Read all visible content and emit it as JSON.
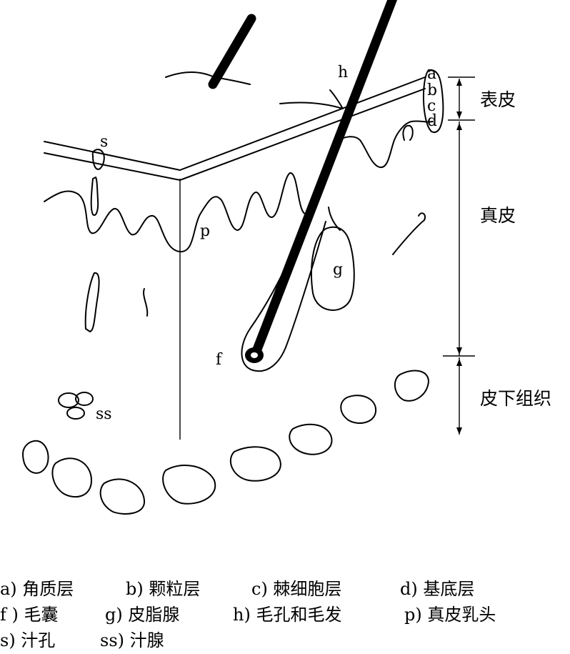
{
  "labels": {
    "a": "a",
    "b": "b",
    "c": "c",
    "d": "d",
    "f": "f",
    "g": "g",
    "h": "h",
    "p": "p",
    "s": "s",
    "ss": "ss"
  },
  "layers": {
    "epidermis": "表皮",
    "dermis": "真皮",
    "subcutaneous": "皮下组织"
  },
  "legend": [
    [
      "a) 角质层",
      "b) 颗粒层",
      "c) 棘细胞层",
      "d) 基底层"
    ],
    [
      "f ) 毛囊",
      "g) 皮脂腺",
      "h) 毛孔和毛发",
      "p) 真皮乳头"
    ],
    [
      "s) 汁孔",
      "ss) 汁腺"
    ]
  ]
}
